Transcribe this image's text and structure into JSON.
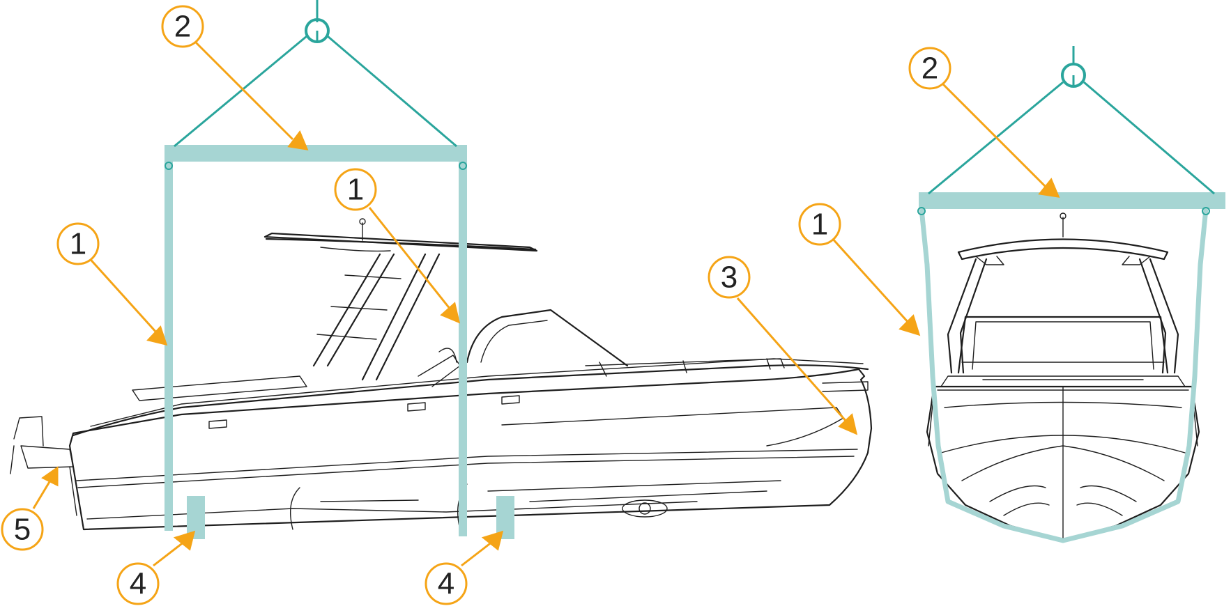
{
  "figure": {
    "colors": {
      "sling": "#a6d5d3",
      "cable": "#2aa59c",
      "callout": "#f5a416",
      "callout_fill": "#ffffff",
      "line_art": "#1e1e1e"
    },
    "callouts": {
      "side_view": [
        "1",
        "1",
        "2",
        "3",
        "4",
        "4",
        "5"
      ],
      "front_view": [
        "2",
        "1"
      ]
    }
  }
}
